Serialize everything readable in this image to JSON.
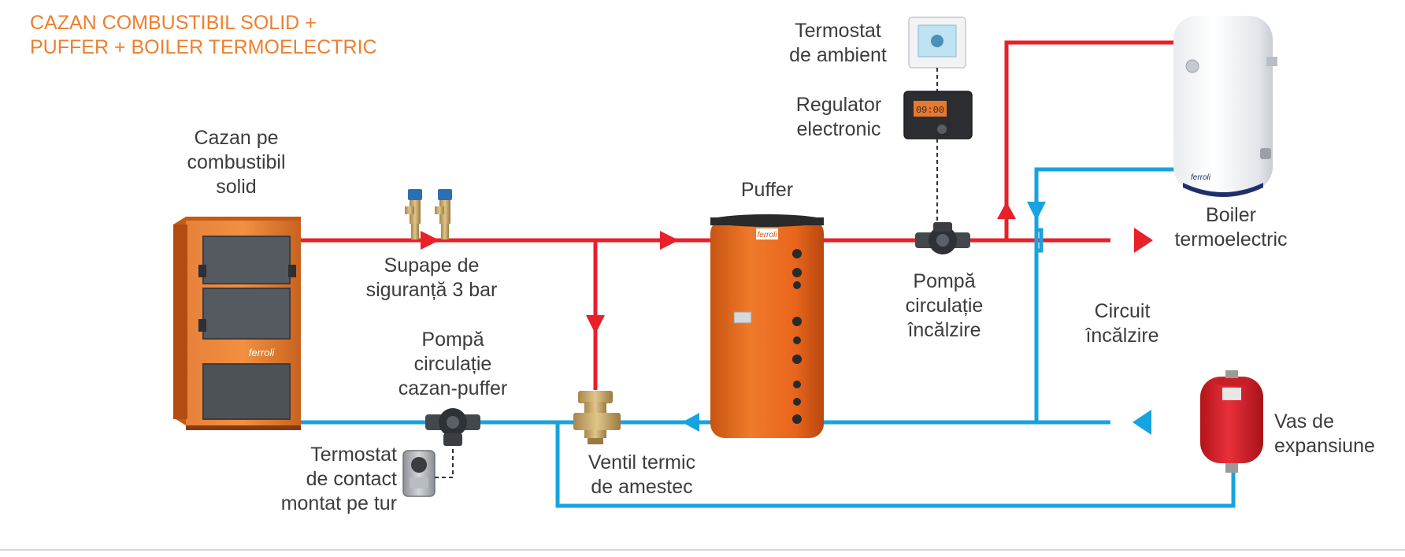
{
  "title": {
    "line1": "CAZAN COMBUSTIBIL SOLID +",
    "line2": "PUFFER + BOILER TERMOELECTRIC"
  },
  "labels": {
    "boiler_solid": [
      "Cazan pe",
      "combustibil",
      "solid"
    ],
    "safety_valves": [
      "Supape de",
      "siguranță 3 bar"
    ],
    "pump_boiler_puffer": [
      "Pompă",
      "circulație",
      "cazan-puffer"
    ],
    "contact_thermostat": [
      "Termostat",
      "de contact",
      "montat pe tur"
    ],
    "mixing_valve": [
      "Ventil termic",
      "de amestec"
    ],
    "puffer": [
      "Puffer"
    ],
    "room_thermostat": [
      "Termostat",
      "de ambient"
    ],
    "regulator": [
      "Regulator",
      "electronic"
    ],
    "heating_pump": [
      "Pompă",
      "circulație",
      "încălzire"
    ],
    "heating_circuit": [
      "Circuit",
      "încălzire"
    ],
    "electric_boiler": [
      "Boiler",
      "termoelectric"
    ],
    "expansion_vessel": [
      "Vas de",
      "expansiune"
    ]
  },
  "brand": {
    "logo_text": "ferroli",
    "display_text": "09:00"
  },
  "colors": {
    "hot": "#e8202a",
    "cold": "#17a3df",
    "orange": "#ee7f2d",
    "text": "#3c3c3c"
  }
}
